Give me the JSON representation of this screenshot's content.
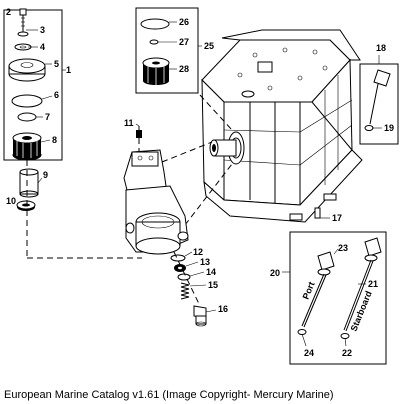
{
  "caption": "European Marine Catalog v1.61 (Image Copyright- Mercury Marine)",
  "parts": {
    "p1": "1",
    "p2": "2",
    "p3": "3",
    "p4": "4",
    "p5": "5",
    "p6": "6",
    "p7": "7",
    "p8": "8",
    "p9": "9",
    "p10": "10",
    "p11": "11",
    "p12": "12",
    "p13": "13",
    "p14": "14",
    "p15": "15",
    "p16": "16",
    "p17": "17",
    "p18": "18",
    "p19": "19",
    "p20": "20",
    "p21": "21",
    "p22": "22",
    "p23": "23",
    "p24": "24",
    "p25": "25",
    "p26": "26",
    "p27": "27",
    "p28": "28"
  },
  "labels": {
    "port": "Port",
    "starboard": "Starboard"
  }
}
